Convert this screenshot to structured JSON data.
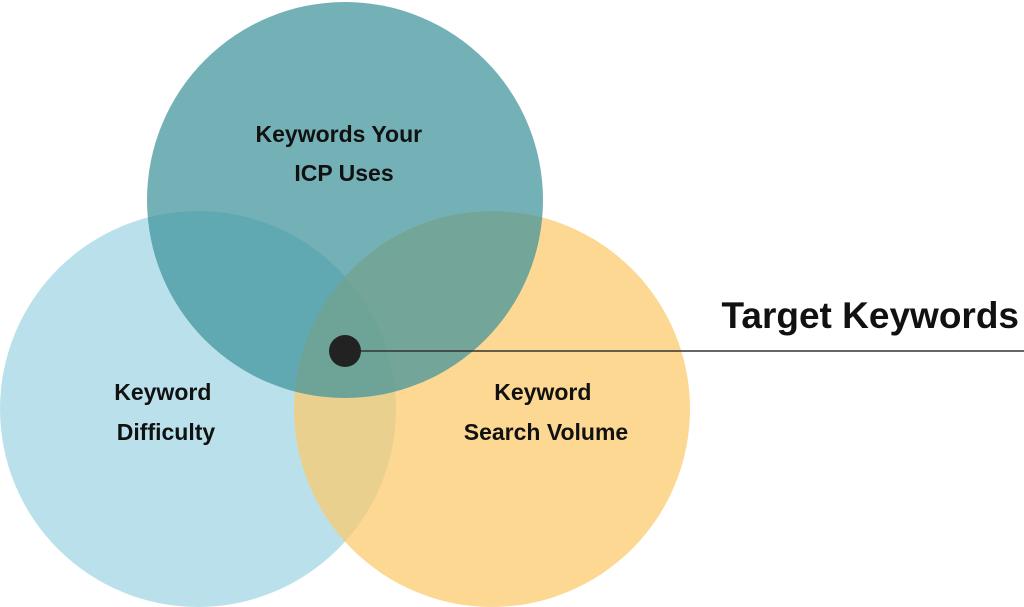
{
  "diagram": {
    "circles": [
      {
        "id": "icp",
        "label_lines": [
          "Keywords Your",
          "ICP Uses"
        ],
        "color": "#3f939b"
      },
      {
        "id": "difficulty",
        "label_lines": [
          "Keyword",
          "Difficulty"
        ],
        "color": "#9fd6e3"
      },
      {
        "id": "volume",
        "label_lines": [
          "Keyword",
          "Search Volume"
        ],
        "color": "#fbc96a"
      }
    ],
    "callout": {
      "label": "Target Keywords",
      "marker_color": "#222222",
      "line_color": "#333333"
    }
  }
}
